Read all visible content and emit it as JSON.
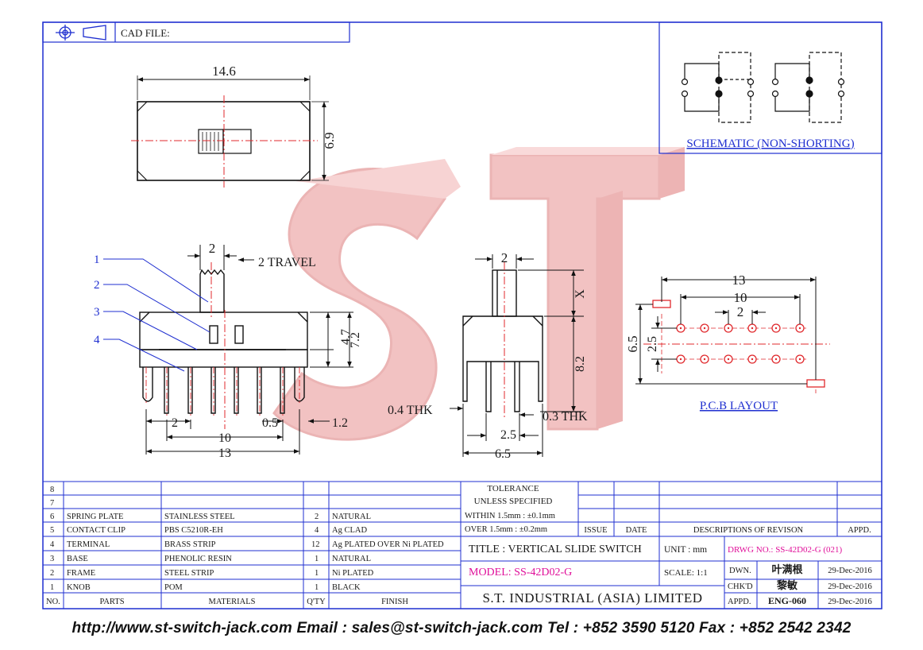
{
  "header": {
    "cad_file_label": "CAD FILE:"
  },
  "schematic": {
    "title": "SCHEMATIC (NON-SHORTING)"
  },
  "pcb": {
    "title": "P.C.B LAYOUT",
    "dim_13": "13",
    "dim_10": "10",
    "dim_2": "2",
    "dim_6_5": "6.5",
    "dim_2_5": "2.5"
  },
  "top_view": {
    "width": "14.6",
    "height": "6.9"
  },
  "front_view": {
    "travel": "2 TRAVEL",
    "knob_width": "2",
    "h_4_7": "4.7",
    "h_7_2": "7.2",
    "pitch_2": "2",
    "pitch_0_5": "0.5",
    "w_10": "10",
    "w_13": "13",
    "d_1_2": "1.2",
    "callouts": [
      "1",
      "2",
      "3",
      "4"
    ]
  },
  "side_view": {
    "top_2": "2",
    "x": "X",
    "h_8_2": "8.2",
    "thk_0_4": "0.4 THK",
    "thk_0_3": "0.3 THK",
    "w_2_5": "2.5",
    "w_6_5": "6.5"
  },
  "watermark": {
    "text": "ST"
  },
  "bom": {
    "headers": {
      "no": "NO.",
      "parts": "PARTS",
      "materials": "MATERIALS",
      "qty": "Q'TY",
      "finish": "FINISH"
    },
    "rows": [
      {
        "no": "8",
        "part": "",
        "material": "",
        "qty": "",
        "finish": ""
      },
      {
        "no": "7",
        "part": "",
        "material": "",
        "qty": "",
        "finish": ""
      },
      {
        "no": "6",
        "part": "SPRING PLATE",
        "material": "STAINLESS STEEL",
        "qty": "2",
        "finish": "NATURAL"
      },
      {
        "no": "5",
        "part": "CONTACT CLIP",
        "material": "PBS C5210R-EH",
        "qty": "4",
        "finish": "Ag CLAD"
      },
      {
        "no": "4",
        "part": "TERMINAL",
        "material": "BRASS STRIP",
        "qty": "12",
        "finish": "Ag PLATED OVER Ni PLATED"
      },
      {
        "no": "3",
        "part": "BASE",
        "material": "PHENOLIC RESIN",
        "qty": "1",
        "finish": "NATURAL"
      },
      {
        "no": "2",
        "part": "FRAME",
        "material": "STEEL STRIP",
        "qty": "1",
        "finish": "Ni PLATED"
      },
      {
        "no": "1",
        "part": "KNOB",
        "material": "POM",
        "qty": "1",
        "finish": "BLACK"
      }
    ]
  },
  "title_block": {
    "tolerance_line1": "TOLERANCE",
    "tolerance_line2": "UNLESS  SPECIFIED",
    "within": "WITHIN 1.5mm : ±0.1mm",
    "over": "OVER   1.5mm : ±0.2mm",
    "issue": "ISSUE",
    "date": "DATE",
    "descriptions": "DESCRIPTIONS OF REVISON",
    "appd": "APPD.",
    "title": "TITLE : VERTICAL SLIDE SWITCH",
    "unit": "UNIT :  mm",
    "drwg_no": "DRWG NO.: SS-42D02-G (021)",
    "model": "MODEL: SS-42D02-G",
    "scale": "SCALE:  1:1",
    "dwn_label": "DWN.",
    "dwn_name": "叶满根",
    "dwn_date": "29-Dec-2016",
    "chkd_label": "CHK'D",
    "chkd_name": "黎敏",
    "chkd_date": "29-Dec-2016",
    "appd_label": "APPD.",
    "appd_name": "ENG-060",
    "appd_date": "29-Dec-2016",
    "company": "S.T.  INDUSTRIAL  (ASIA)  LIMITED"
  },
  "footer": {
    "contact": "http://www.st-switch-jack.com  Email : sales@st-switch-jack.com  Tel : +852 3590 5120  Fax : +852 2542 2342"
  },
  "colors": {
    "frame": "#1f2fd0",
    "magenta": "#e0109a",
    "red": "#e0282c",
    "watermark": "#f0b8b8"
  }
}
